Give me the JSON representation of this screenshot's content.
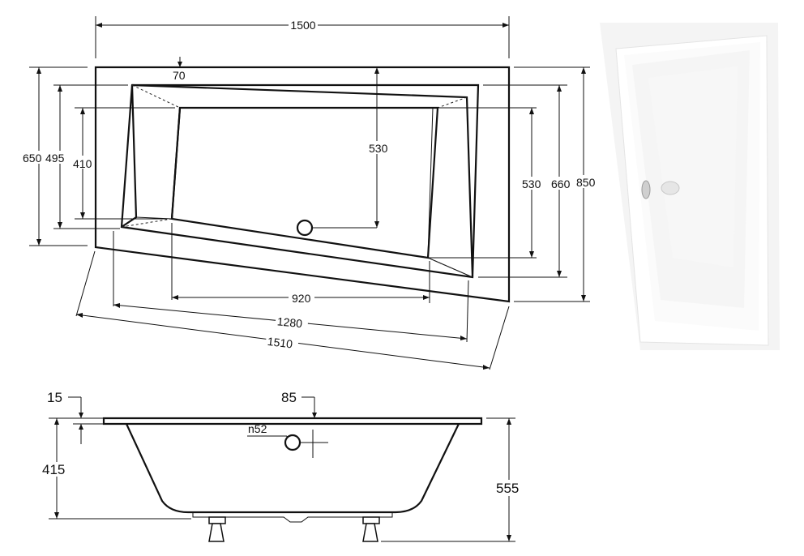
{
  "top_view": {
    "dim_overall_width": "1500",
    "dim_rim_top": "70",
    "dim_left_outer": "650",
    "dim_left_mid": "495",
    "dim_left_inner": "410",
    "dim_center_depth": "530",
    "dim_right_inner": "530",
    "dim_right_mid": "660",
    "dim_right_outer": "850",
    "dim_bottom_inner": "920",
    "dim_bottom_mid": "1280",
    "dim_bottom_outer": "1510"
  },
  "side_view": {
    "dim_rim_thickness": "15",
    "dim_overflow_offset": "85",
    "dim_overflow_diameter": "n52",
    "dim_inner_depth": "415",
    "dim_total_height": "555"
  },
  "colors": {
    "line": "#111111",
    "photo_background": "#f4f4f4",
    "tub_white": "#ffffff"
  }
}
